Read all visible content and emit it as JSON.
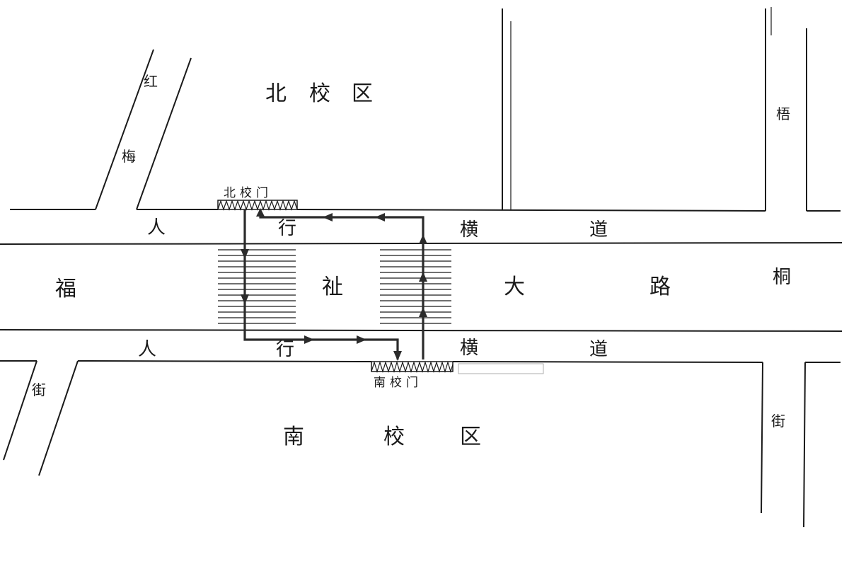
{
  "map": {
    "labels": {
      "north_campus": [
        "北",
        "校",
        "区"
      ],
      "south_campus": [
        "南",
        "校",
        "区"
      ],
      "main_road": [
        "福",
        "祉",
        "大",
        "路",
        "桐"
      ],
      "north_sidewalk": [
        "人",
        "行",
        "横",
        "道"
      ],
      "south_sidewalk": [
        "人",
        "行",
        "横",
        "道"
      ],
      "hongmei_street": [
        "红",
        "梅"
      ],
      "left_street_char": "街",
      "right_street_chars": [
        "梧",
        "街"
      ],
      "north_gate": "北校门",
      "south_gate": "南校门"
    },
    "colors": {
      "ink": "#1a1a1a",
      "paper": "#ffffff",
      "route": "#2b2b2b"
    }
  }
}
